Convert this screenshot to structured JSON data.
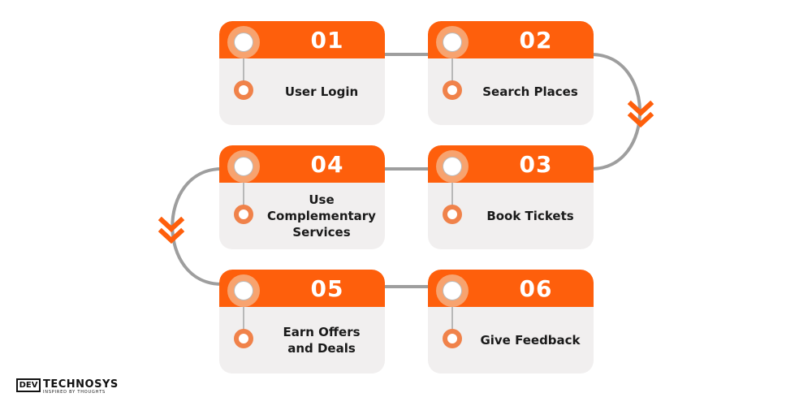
{
  "steps": [
    {
      "number": "01",
      "label": "User Login"
    },
    {
      "number": "02",
      "label": "Search Places"
    },
    {
      "number": "03",
      "label": "Book Tickets"
    },
    {
      "number": "04",
      "label": "Use\nComplementary\nServices"
    },
    {
      "number": "05",
      "label": "Earn Offers\nand Deals"
    },
    {
      "number": "06",
      "label": "Give Feedback"
    }
  ],
  "logo": {
    "box_text": "DEV",
    "brand_text": "TECHNOSYS",
    "tagline": "INSPIRED BY THOUGHTS"
  },
  "colors": {
    "accent": "#fe5f0c",
    "connector": "#9e9e9e",
    "card_bg": "#f1efef"
  },
  "icons": [
    "circle-marker-icon",
    "double-chevron-down-icon"
  ]
}
